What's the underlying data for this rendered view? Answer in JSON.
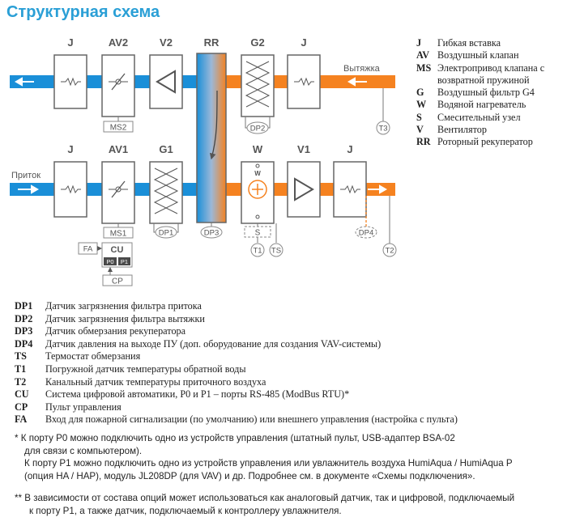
{
  "title": "Структурная схема",
  "diagram": {
    "top_units": [
      "J",
      "AV2",
      "V2",
      "RR",
      "G2",
      "J"
    ],
    "bottom_units": [
      "J",
      "AV1",
      "G1",
      "W",
      "V1",
      "J"
    ],
    "exhaust_label": "Вытяжка",
    "supply_label": "Приток",
    "sensors": {
      "ms2": "MS2",
      "ms1": "MS1",
      "dp1": "DP1",
      "dp2": "DP2",
      "dp3": "DP3",
      "dp4": "DP4",
      "t1": "T1",
      "t2": "T2",
      "t3": "T3",
      "ts": "TS",
      "s": "S",
      "w": "W"
    },
    "controller": {
      "fa": "FA",
      "cu": "CU",
      "p0": "P0",
      "p1": "P1",
      "cp": "CP"
    },
    "colors": {
      "cold": "#1a8fd8",
      "warm": "#f58220",
      "frame": "#666666",
      "outline": "#8a8a8a"
    }
  },
  "legend_right": [
    {
      "code": "J",
      "text": "Гибкая вставка"
    },
    {
      "code": "AV",
      "text": "Воздушный клапан"
    },
    {
      "code": "MS",
      "text": "Электропривод клапана с"
    },
    {
      "code": "",
      "text": "возвратной пружиной"
    },
    {
      "code": "G",
      "text": "Воздушный фильтр G4"
    },
    {
      "code": "W",
      "text": "Водяной нагреватель"
    },
    {
      "code": "S",
      "text": "Смесительный узел"
    },
    {
      "code": "V",
      "text": "Вентилятор"
    },
    {
      "code": "RR",
      "text": "Роторный рекуператор"
    }
  ],
  "legend_bottom": [
    {
      "code": "DP1",
      "text": "Датчик загрязнения фильтра притока"
    },
    {
      "code": "DP2",
      "text": "Датчик загрязнения фильтра вытяжки"
    },
    {
      "code": "DP3",
      "text": "Датчик обмерзания рекуператора"
    },
    {
      "code": "DP4",
      "text": "Датчик давления на выходе ПУ (доп. оборудование для создания VAV-системы)"
    },
    {
      "code": "TS",
      "text": "Термостат обмерзания"
    },
    {
      "code": "T1",
      "text": "Погружной датчик температуры обратной воды"
    },
    {
      "code": "T2",
      "text": "Канальный датчик температуры приточного воздуха"
    },
    {
      "code": "CU",
      "text": "Система цифровой автоматики, P0 и P1 – порты RS-485 (ModBus RTU)*"
    },
    {
      "code": "CP",
      "text": "Пульт управления"
    },
    {
      "code": "FA",
      "text": "Вход для пожарной сигнализации (по умолчанию) или внешнего управления (настройка с пульта)"
    }
  ],
  "notes": {
    "note1_line1": "* К порту P0 можно подключить одно из устройств управления (штатный пульт, USB-адаптер BSA-02",
    "note1_line2": "для связи с компьютером).",
    "note1_line3": "К порту P1 можно подключить одно из устройств управления или увлажнитель воздуха HumiAqua / HumiAqua P",
    "note1_line4": "(опция HA / HAP), модуль JL208DP (для VAV) и др. Подробнее см. в документе «Схемы подключения».",
    "note2_line1": "** В зависимости от состава опций может использоваться как аналоговый датчик, так и цифровой, подключаемый",
    "note2_line2": "к порту P1, а также датчик, подключаемый к контроллеру увлажнителя."
  }
}
